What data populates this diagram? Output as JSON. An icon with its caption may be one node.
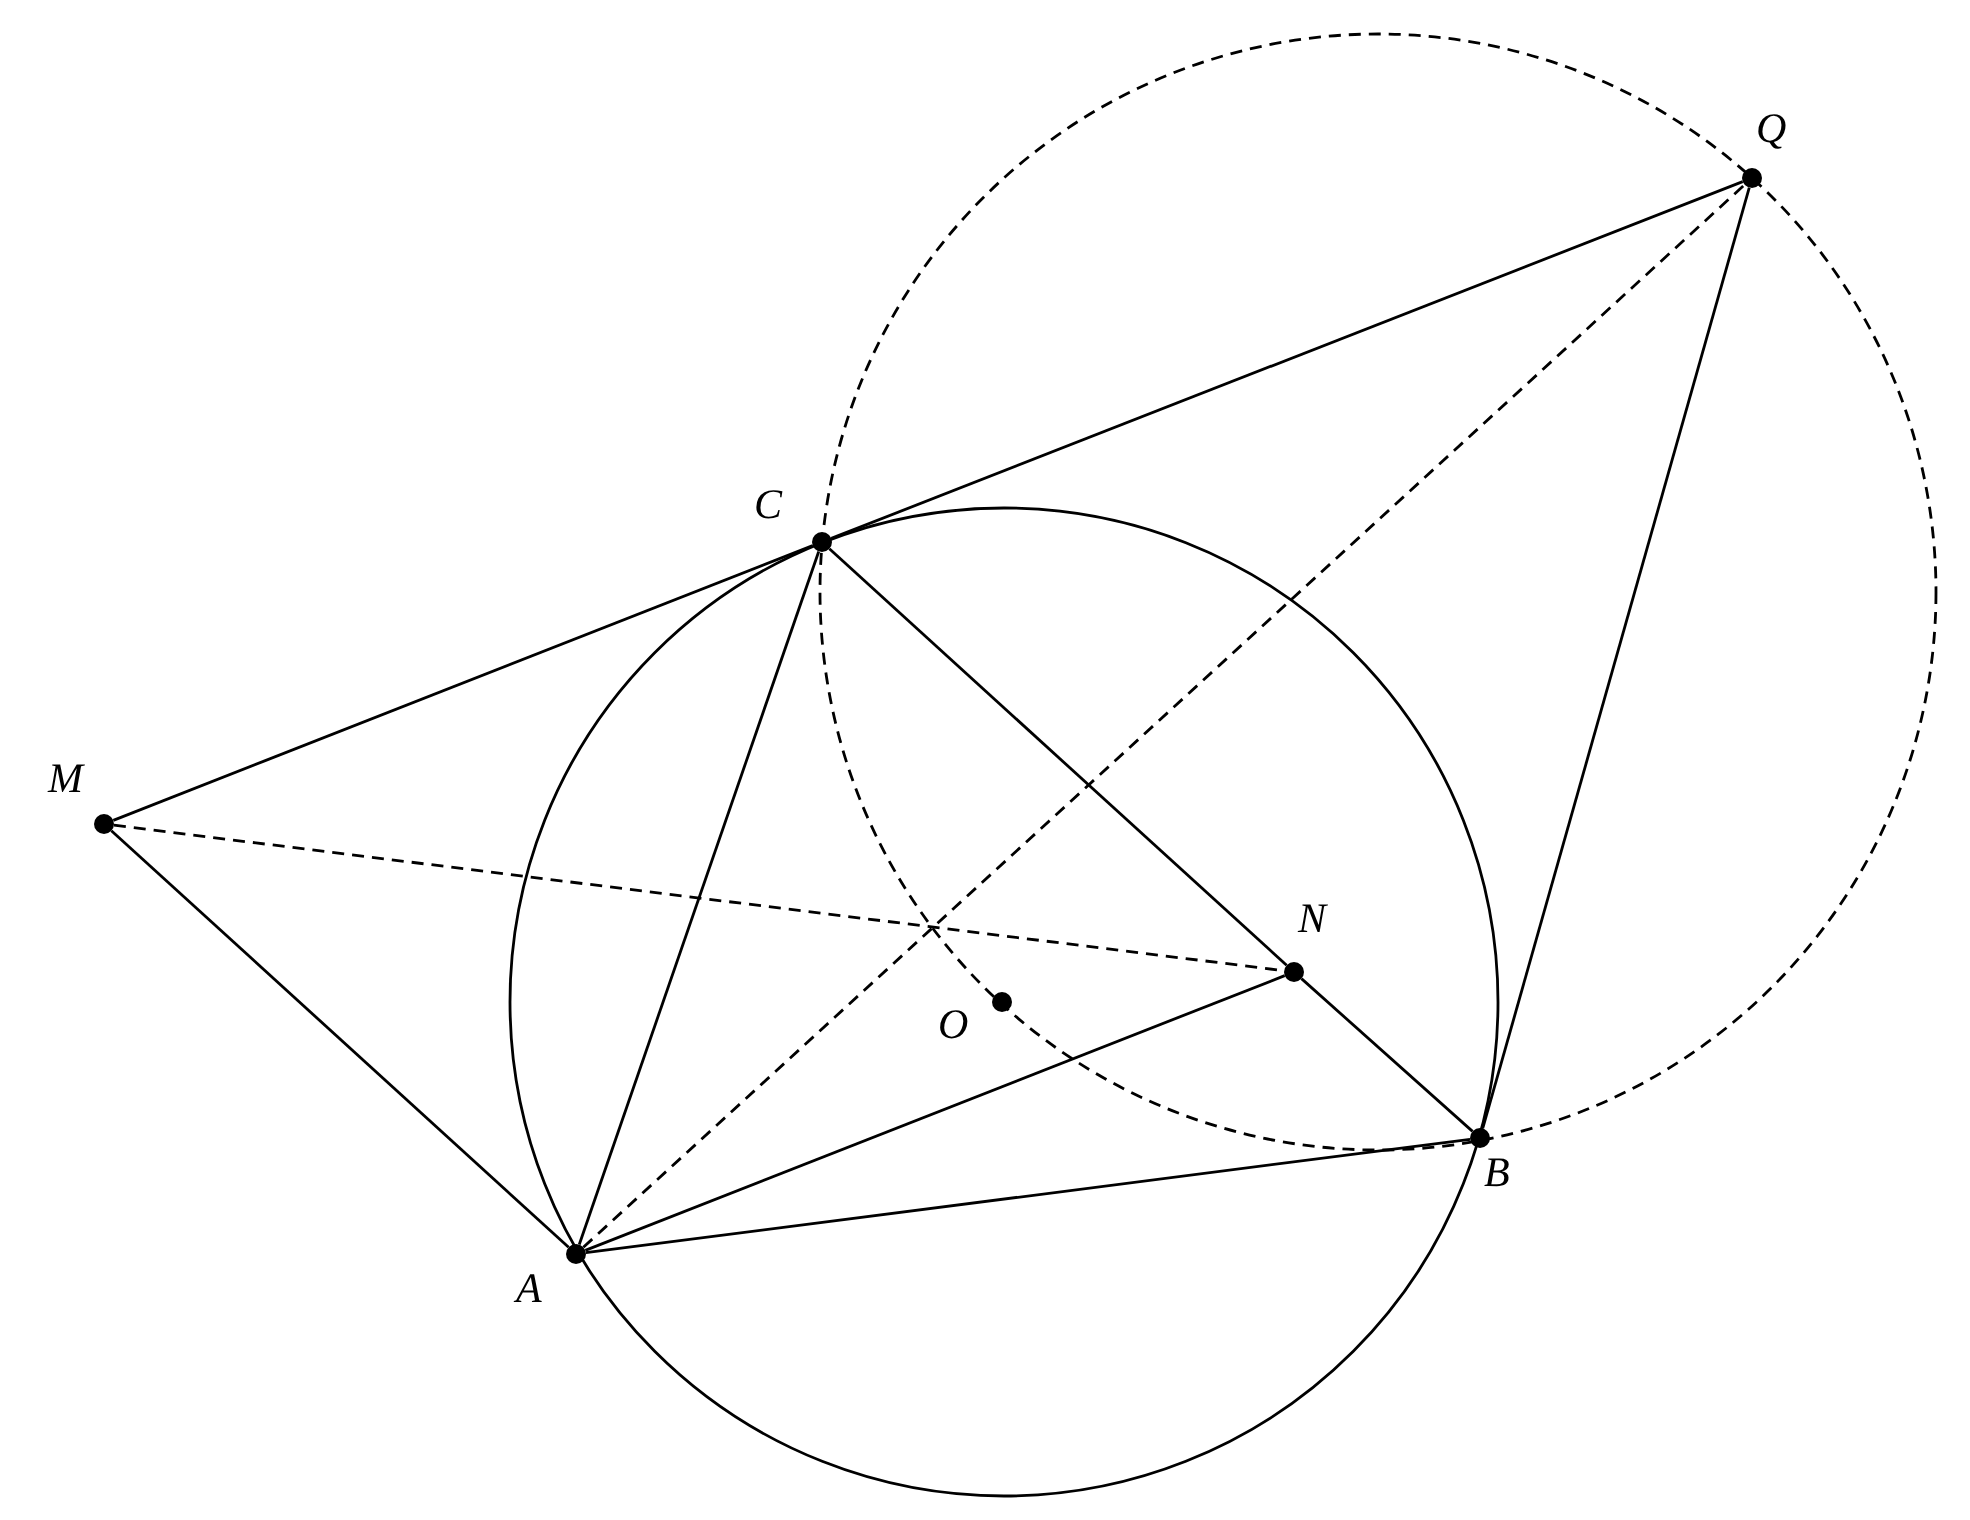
{
  "diagram": {
    "nodes": [
      {
        "text": [
          "Q"
        ]
      },
      {
        "text": [
          "C"
        ]
      },
      {
        "text": [
          "M"
        ]
      },
      {
        "text": [
          "N"
        ]
      },
      {
        "text": [
          "O"
        ]
      },
      {
        "text": [
          "B"
        ]
      },
      {
        "text": [
          "A"
        ]
      }
    ],
    "edges": [
      {
        "from": 2,
        "to": 1,
        "arrow": "none"
      },
      {
        "from": 1,
        "to": 0,
        "arrow": "none"
      },
      {
        "from": 2,
        "to": 6,
        "arrow": "none"
      },
      {
        "from": 6,
        "to": 1,
        "arrow": "none"
      },
      {
        "from": 1,
        "to": 3,
        "arrow": "none"
      },
      {
        "from": 3,
        "to": 5,
        "arrow": "none"
      },
      {
        "from": 6,
        "to": 3,
        "arrow": "none"
      },
      {
        "from": 6,
        "to": 5,
        "arrow": "none"
      },
      {
        "from": 0,
        "to": 5,
        "arrow": "none"
      },
      {
        "from": 2,
        "to": 3,
        "arrow": "none",
        "style": "dashed"
      },
      {
        "from": 6,
        "to": 0,
        "arrow": "none",
        "style": "dashed"
      }
    ]
  }
}
